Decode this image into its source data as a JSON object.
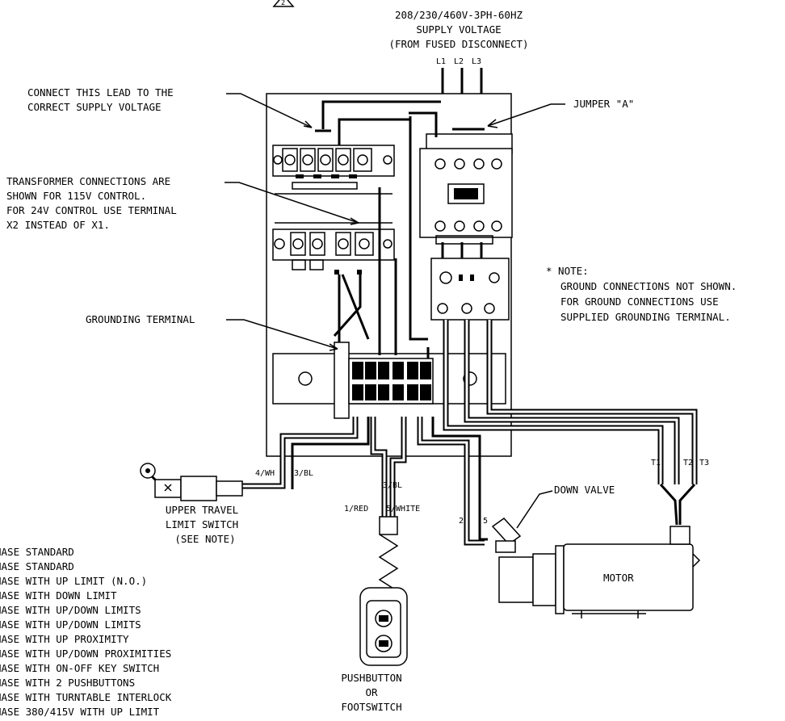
{
  "revision_mark": "2",
  "supply": {
    "line1": "208/230/460V-3PH-60HZ",
    "line2": "SUPPLY VOLTAGE",
    "line3": "(FROM FUSED DISCONNECT)",
    "phases": [
      "L1",
      "L2",
      "L3"
    ]
  },
  "callouts": {
    "connect_lead": [
      "CONNECT THIS LEAD TO THE",
      "CORRECT SUPPLY VOLTAGE"
    ],
    "jumper": "JUMPER \"A\"",
    "transformer": [
      "TRANSFORMER CONNECTIONS ARE",
      "SHOWN FOR 115V CONTROL.",
      "FOR 24V CONTROL USE TERMINAL",
      "X2 INSTEAD OF X1."
    ],
    "grounding_terminal": "GROUNDING TERMINAL",
    "note": [
      "* NOTE:",
      "GROUND CONNECTIONS NOT SHOWN.",
      "FOR GROUND CONNECTIONS USE",
      "SUPPLIED GROUNDING TERMINAL."
    ],
    "down_valve": "DOWN VALVE",
    "motor": "MOTOR",
    "limit_switch": [
      "UPPER TRAVEL",
      "LIMIT SWITCH",
      "(SEE NOTE)"
    ],
    "pushbutton": [
      "PUSHBUTTON",
      "OR",
      "FOOTSWITCH"
    ]
  },
  "wire_labels": {
    "wh4": "4/WH",
    "bl3_left": "3/BL",
    "bl3_center": "3/BL",
    "red1": "1/RED",
    "white5": "5/WHITE",
    "v2": "2",
    "v5": "5",
    "t1": "T1",
    "t2": "T2",
    "t3": "T3"
  },
  "options_list": [
    "HASE STANDARD",
    "HASE STANDARD",
    "HASE WITH UP LIMIT (N.O.)",
    "HASE WITH DOWN LIMIT",
    "HASE WITH UP/DOWN LIMITS",
    "HASE WITH UP/DOWN LIMITS",
    "HASE WITH UP PROXIMITY",
    "HASE WITH UP/DOWN PROXIMITIES",
    "HASE WITH ON-OFF KEY SWITCH",
    "HASE WITH 2 PUSHBUTTONS",
    "HASE WITH TURNTABLE INTERLOCK",
    "HASE 380/415V WITH UP LIMIT"
  ]
}
